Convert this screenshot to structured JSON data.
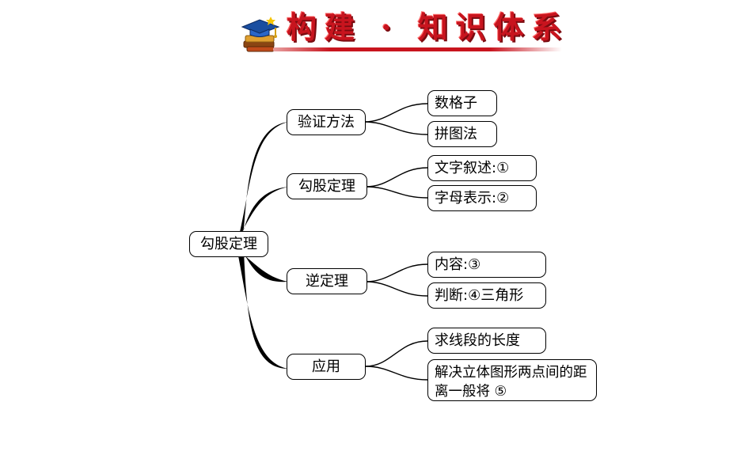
{
  "header": {
    "title": "构建 · 知识体系",
    "accent_color": "#c8141e",
    "icon": "graduation-cap-on-books-icon"
  },
  "mindmap": {
    "root": "勾股定理",
    "branches": [
      {
        "label": "验证方法",
        "children": [
          "数格子",
          "拼图法"
        ]
      },
      {
        "label": "勾股定理",
        "children": [
          "文字叙述:①",
          "字母表示:②"
        ]
      },
      {
        "label": "逆定理",
        "children": [
          "内容:③",
          "判断:④三角形"
        ]
      },
      {
        "label": "应用",
        "children": [
          "求线段的长度",
          "解决立体图形两点间的距离一般将 ⑤"
        ]
      }
    ]
  }
}
